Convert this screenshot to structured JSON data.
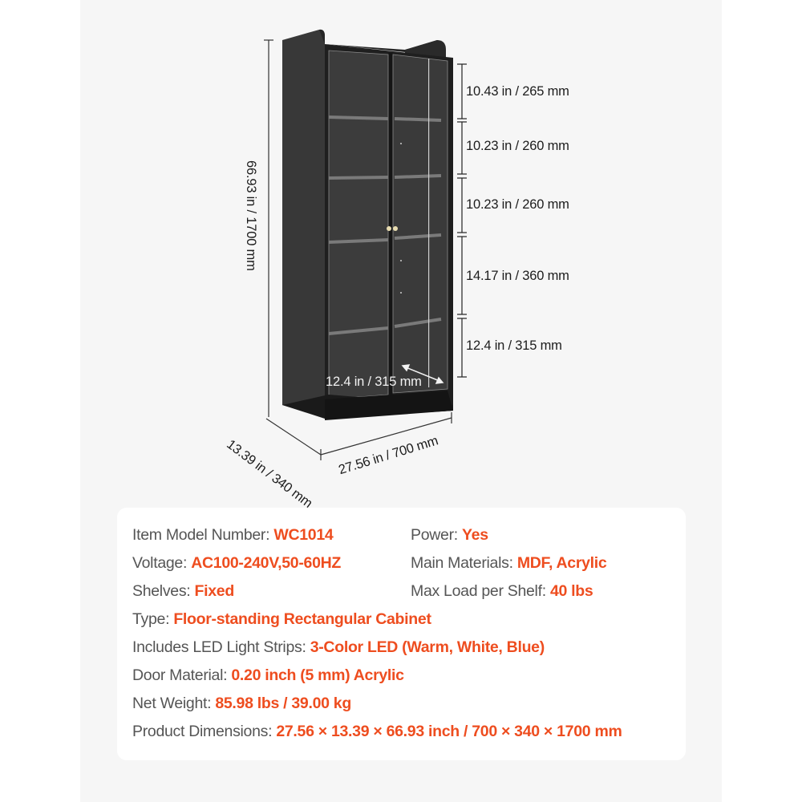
{
  "colors": {
    "page_bg": "#ffffff",
    "panel_bg": "#f6f6f6",
    "card_bg": "#ffffff",
    "label_text": "#555555",
    "value_accent": "#ee4d1f",
    "cabinet": "#2b2b2b"
  },
  "figure": {
    "height_label": "66.93 in / 1700 mm",
    "depth_label": "13.39 in / 340 mm",
    "width_label": "27.56 in / 700 mm",
    "shelf_depth_label": "12.4 in / 315 mm",
    "shelf_gaps": [
      {
        "label": "10.43 in / 265 mm"
      },
      {
        "label": "10.23 in / 260 mm"
      },
      {
        "label": "10.23 in / 260 mm"
      },
      {
        "label": "14.17 in / 360 mm"
      },
      {
        "label": "12.4 in / 315 mm"
      }
    ]
  },
  "specs": {
    "model": {
      "label": "Item Model Number: ",
      "value": "WC1014"
    },
    "power": {
      "label": "Power: ",
      "value": "Yes"
    },
    "voltage": {
      "label": "Voltage: ",
      "value": "AC100-240V,50-60HZ"
    },
    "materials": {
      "label": "Main Materials: ",
      "value": "MDF, Acrylic"
    },
    "shelves": {
      "label": "Shelves: ",
      "value": "Fixed"
    },
    "max_load": {
      "label": "Max Load per Shelf: ",
      "value": "40 lbs"
    },
    "type": {
      "label": "Type: ",
      "value": "Floor-standing Rectangular Cabinet"
    },
    "led": {
      "label": "Includes LED Light Strips: ",
      "value": "3-Color LED (Warm, White, Blue)"
    },
    "door": {
      "label": "Door Material: ",
      "value": "0.20 inch (5 mm) Acrylic"
    },
    "weight": {
      "label": "Net Weight: ",
      "value": "85.98 lbs / 39.00 kg"
    },
    "dimensions": {
      "label": "Product Dimensions: ",
      "value": "27.56 × 13.39 × 66.93 inch / 700 × 340 × 1700 mm"
    }
  }
}
